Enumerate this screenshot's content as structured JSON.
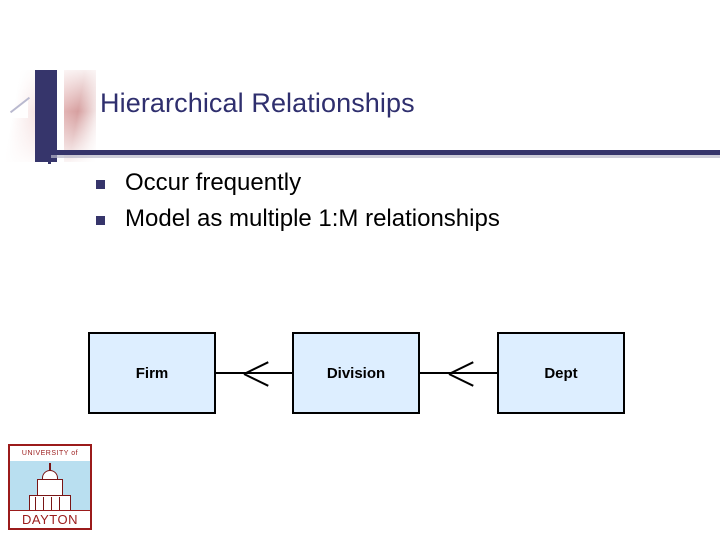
{
  "slide": {
    "title": "Hierarchical Relationships",
    "bullets": [
      {
        "marker": "square-bullet",
        "text": "Occur frequently"
      },
      {
        "marker": "square-bullet",
        "text": "Model as multiple 1:M relationships"
      }
    ],
    "diagram": {
      "type": "entity-relationship-chain",
      "entities": [
        {
          "id": "firm",
          "label": "Firm"
        },
        {
          "id": "division",
          "label": "Division"
        },
        {
          "id": "dept",
          "label": "Dept"
        }
      ],
      "connectors": [
        {
          "from": "firm",
          "to": "division",
          "notation": "crows-foot"
        },
        {
          "from": "division",
          "to": "dept",
          "notation": "crows-foot"
        }
      ]
    },
    "logo": {
      "top_text": "UNIVERSITY of",
      "bottom_text": "DAYTON"
    },
    "colors": {
      "title": "#2f2f6e",
      "rule": "#36356b",
      "bullet_marker": "#36356b",
      "entity_fill": "#ddeeff",
      "entity_border": "#000000",
      "logo_red": "#9b1b1b",
      "logo_sky": "#b9dff0"
    }
  }
}
